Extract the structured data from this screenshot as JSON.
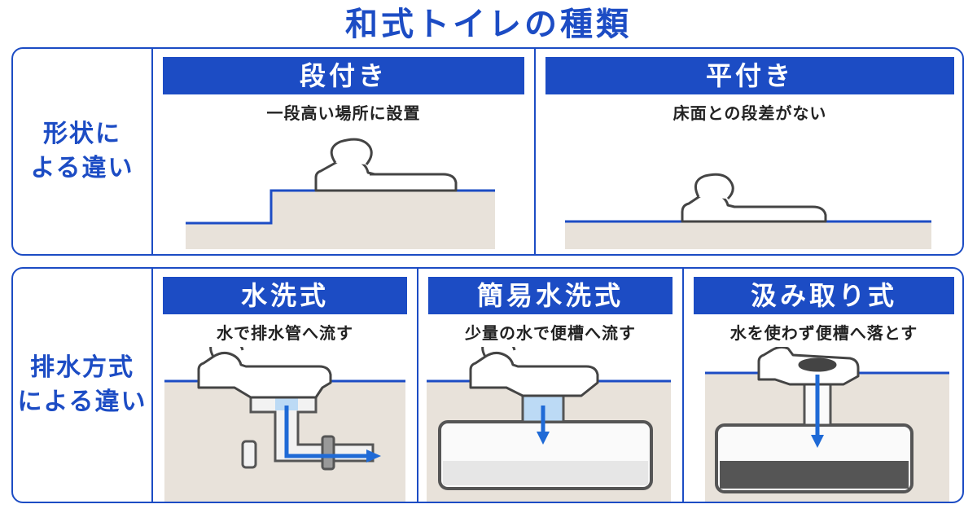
{
  "title": "和式トイレの種類",
  "shape_section": {
    "label_lines": [
      "形状に",
      "よる違い"
    ],
    "panels": [
      {
        "heading": "段付き",
        "description": "一段高い場所に設置"
      },
      {
        "heading": "平付き",
        "description": "床面との段差がない"
      }
    ]
  },
  "drain_section": {
    "label_lines": [
      "排水方式",
      "による違い"
    ],
    "panels": [
      {
        "heading": "水洗式",
        "description": "水で排水管へ流す"
      },
      {
        "heading": "簡易水洗式",
        "description": "少量の水で便槽へ流す"
      },
      {
        "heading": "汲み取り式",
        "description": "水を使わず便槽へ落とす"
      }
    ]
  },
  "colors": {
    "accent": "#1c4cc4",
    "floor": "#e8e2da",
    "water": "#bcdaf5",
    "arrow": "#1f6ad6",
    "waste": "#555555"
  }
}
